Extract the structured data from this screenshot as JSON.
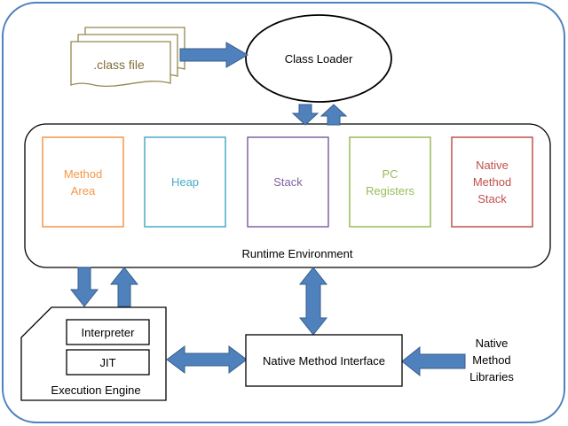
{
  "diagram": {
    "class_file": {
      "label": ".class file"
    },
    "class_loader": {
      "label": "Class Loader"
    },
    "runtime": {
      "label": "Runtime Environment",
      "areas": [
        {
          "id": "method-area",
          "label": "Method\nArea",
          "color": "#F79646"
        },
        {
          "id": "heap",
          "label": "Heap",
          "color": "#4BACC6"
        },
        {
          "id": "stack",
          "label": "Stack",
          "color": "#8064A2"
        },
        {
          "id": "pc-registers",
          "label": "PC\nRegisters",
          "color": "#9BBB59"
        },
        {
          "id": "native-method-stack",
          "label": "Native\nMethod\nStack",
          "color": "#C0504D"
        }
      ]
    },
    "execution_engine": {
      "label": "Execution Engine",
      "interpreter": "Interpreter",
      "jit": "JIT"
    },
    "native_interface": {
      "label": "Native Method Interface"
    },
    "native_libraries": {
      "label": "Native\nMethod\nLibraries"
    },
    "colors": {
      "arrow_fill": "#4F81BD",
      "arrow_stroke": "#385D8A",
      "outer_border": "#4F81BD",
      "class_file_stroke": "#938953",
      "class_file_text": "#7F6F3A"
    }
  }
}
